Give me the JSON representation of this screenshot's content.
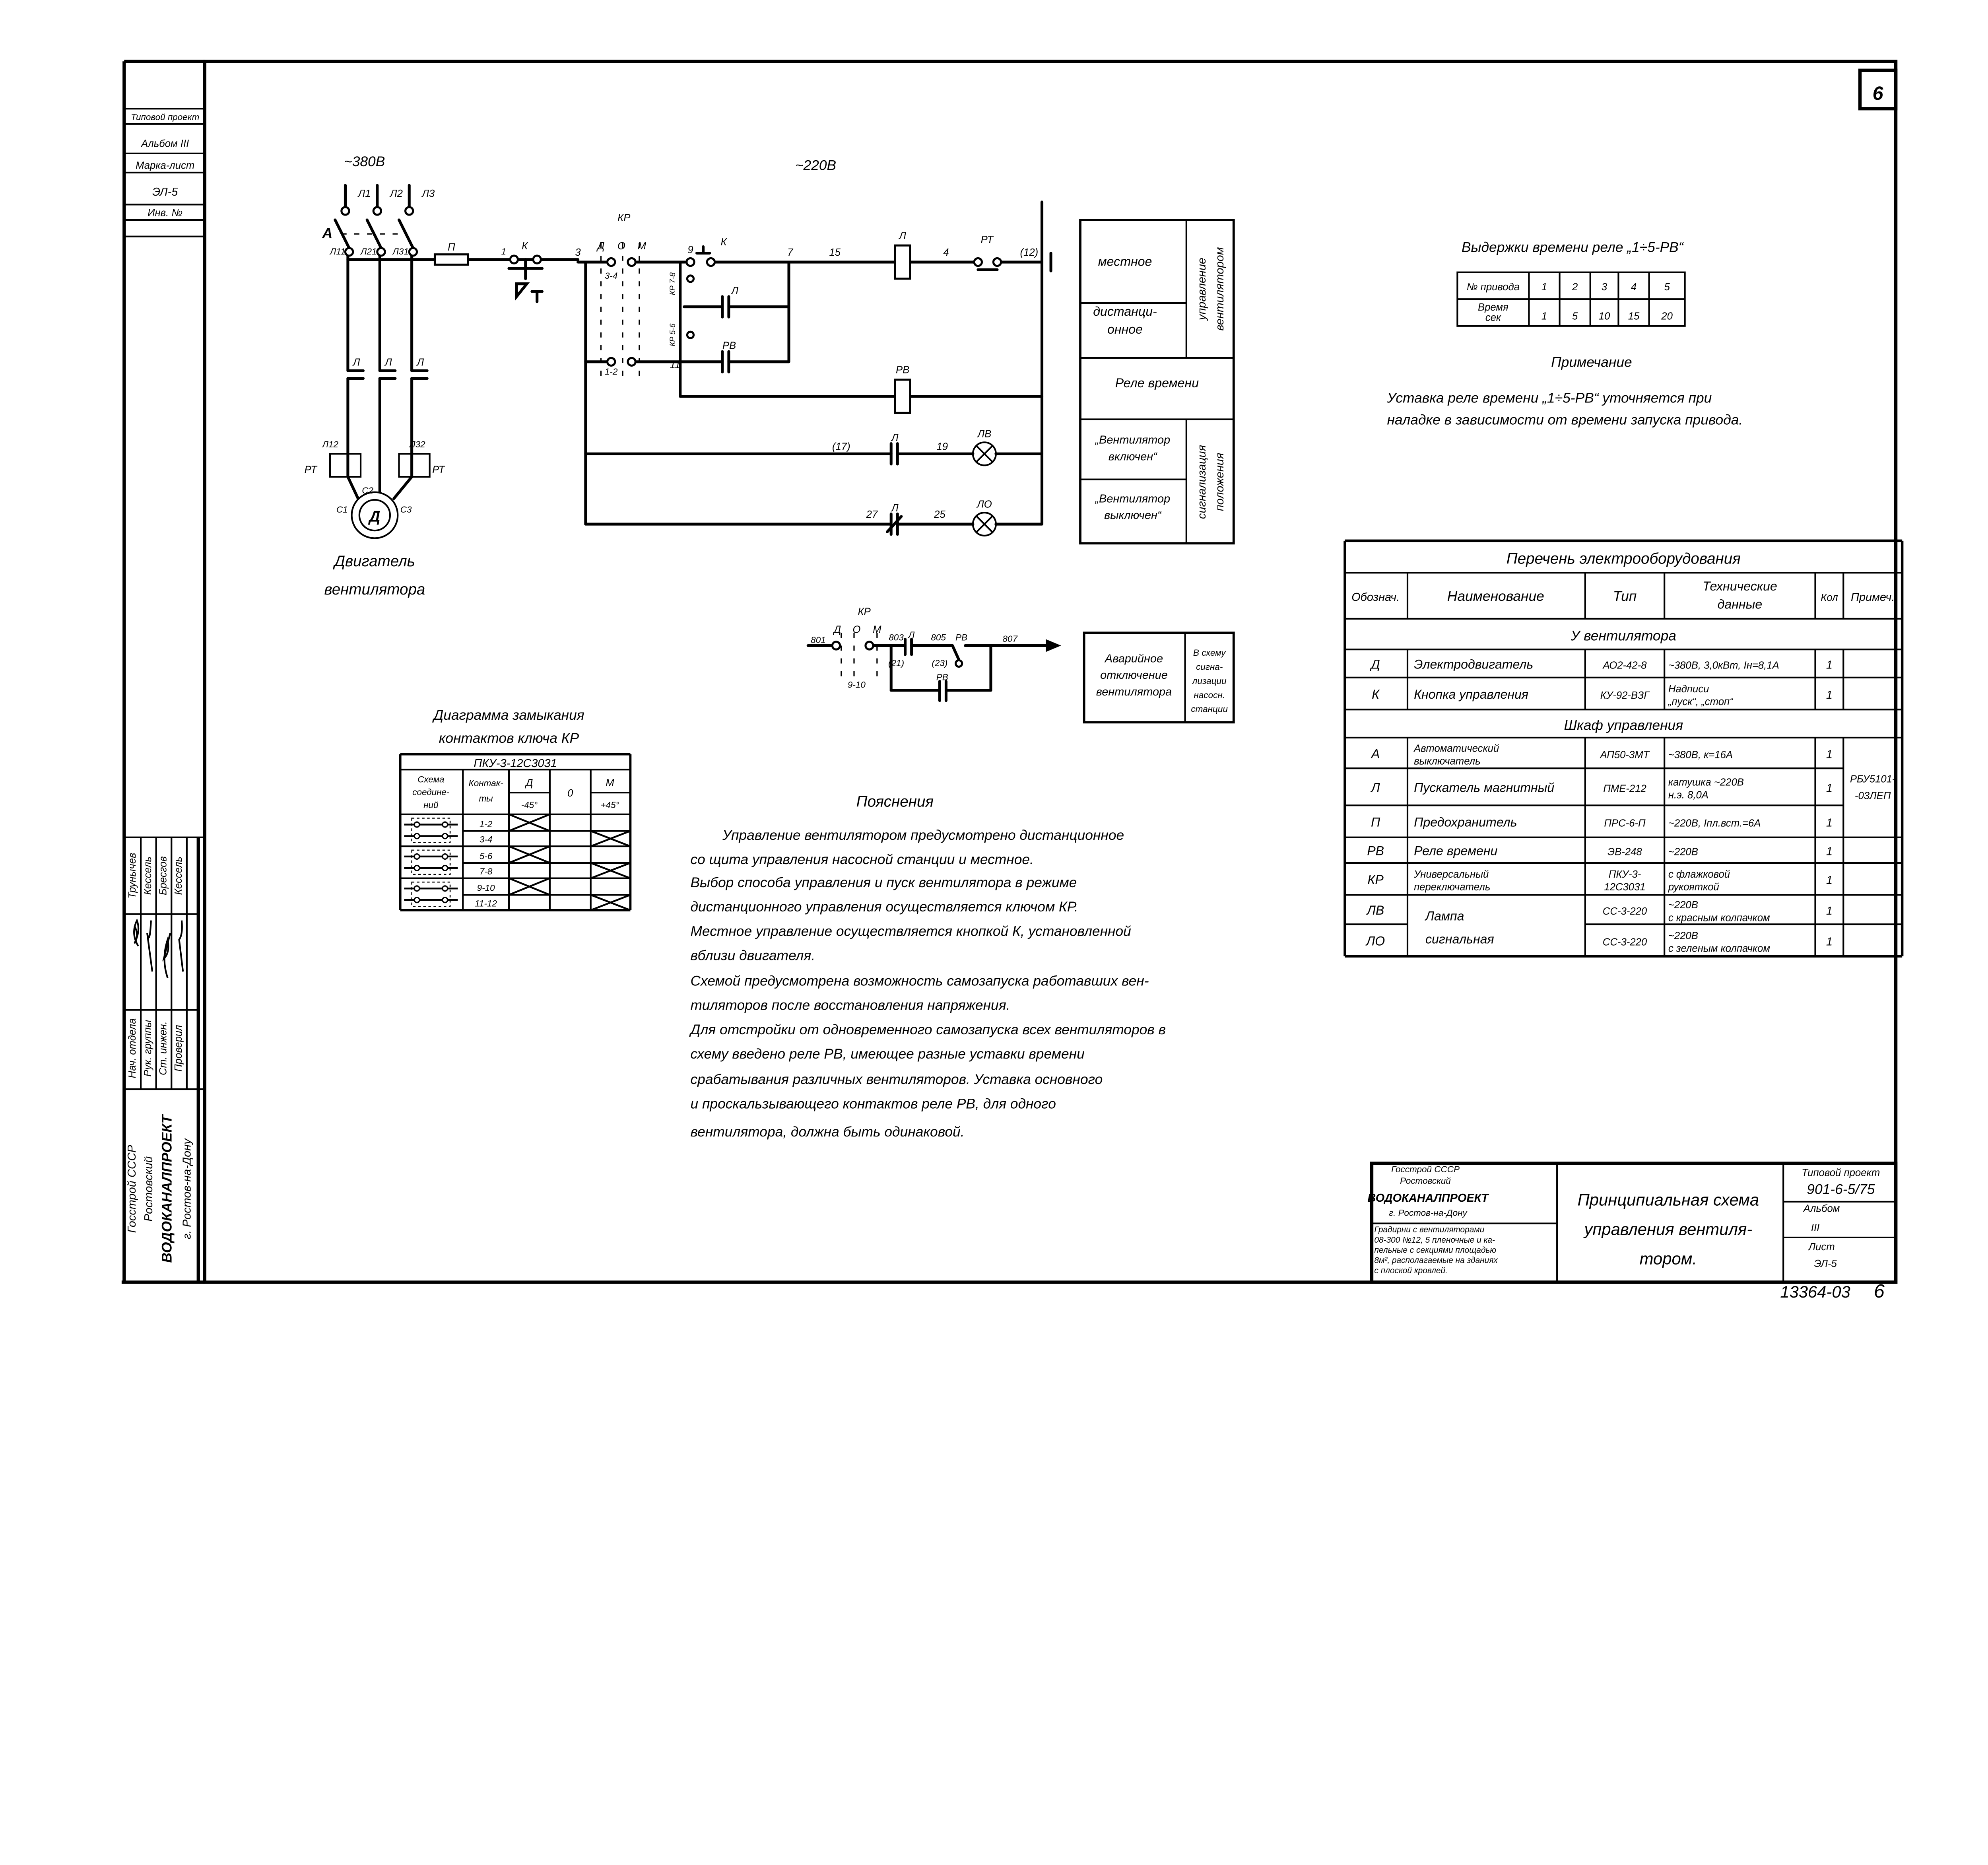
{
  "sheet_number": "6",
  "left_strip": {
    "typical_project": "Типовой проект",
    "album": "Альбом III",
    "mark_sheet_label": "Марка-лист",
    "mark_sheet": "ЭЛ-5",
    "inv_label": "Инв. №"
  },
  "approvals": [
    {
      "role": "Нач. отдела",
      "name": "Трунычев"
    },
    {
      "role": "Рук. группы",
      "name": "Кессель"
    },
    {
      "role": "Ст. инжен.",
      "name": "Бресгов"
    },
    {
      "role": "Проверил",
      "name": "Кессель"
    }
  ],
  "org_vertical": [
    "Госстрой СССР",
    "Ростовский",
    "ВОДОКАНАЛПРОЕКТ",
    "г. Ростов-на-Дону"
  ],
  "power": {
    "voltage": "~380В",
    "phases": [
      "Л1",
      "Л2",
      "Л3"
    ],
    "breaker": "А",
    "bus": [
      "Л11",
      "Л21",
      "Л31"
    ],
    "fuse": "П",
    "wire": "1",
    "button": "К",
    "contactor": "Л",
    "lower": [
      "Л12",
      "Л32"
    ],
    "thermal": "РТ",
    "terminals": [
      "С1",
      "С2",
      "С3"
    ],
    "motor": "Д",
    "motor_caption": [
      "Двигатель",
      "вентилятора"
    ]
  },
  "control": {
    "voltage": "~220В",
    "switch": "КР",
    "positions": [
      "Д",
      "О",
      "М"
    ],
    "wires": {
      "w3": "3",
      "w9": "9",
      "w7": "7",
      "w15": "15",
      "w4": "4",
      "w12": "(12)",
      "w11": "11",
      "w17": "(17)",
      "w19": "19",
      "w27": "27",
      "w25": "25"
    },
    "contacts_34": "3-4",
    "contacts_12": "1-2",
    "kr_78": "КР 7-8",
    "kr_56": "КР 5-6",
    "button": "К",
    "coil_l": "Л",
    "thermal": "РТ",
    "contact_l": "Л",
    "contact_rv": "РВ",
    "coil_rv": "РВ",
    "lamp_on": "ЛВ",
    "lamp_off": "ЛО"
  },
  "legend": {
    "local": "местное",
    "remote": [
      "дистанци-",
      "онное"
    ],
    "relay": "Реле времени",
    "fan_on": [
      "„Вентилятор",
      "включен“"
    ],
    "fan_off": [
      "„Вентилятор",
      "выключен“"
    ],
    "group_control": [
      "управление",
      "вентилятором"
    ],
    "group_signal": [
      "сигнализация",
      "положения"
    ]
  },
  "emergency": {
    "switch": "КР",
    "positions": [
      "Д",
      "О",
      "М"
    ],
    "wires": [
      "801",
      "803",
      "805",
      "807",
      "(21)",
      "(23)"
    ],
    "contacts": "9-10",
    "contact_l": "Л",
    "contact_rv": "РВ",
    "contact_rv2": "РВ",
    "box_left": [
      "Аварийное",
      "отключение",
      "вентилятора"
    ],
    "box_right": [
      "В схему",
      "сигна-",
      "лизации",
      "насосн.",
      "станции"
    ]
  },
  "time_delays": {
    "title": "Выдержки времени реле „1÷5-РВ“",
    "row_label_drive": "№ привода",
    "row_label_time": [
      "Время",
      "сек"
    ],
    "drives": [
      "1",
      "2",
      "3",
      "4",
      "5"
    ],
    "times": [
      "1",
      "5",
      "10",
      "15",
      "20"
    ]
  },
  "note": {
    "title": "Примечание",
    "lines": [
      "Уставка реле времени „1÷5-РВ“ уточняется при",
      "наладке в зависимости от времени запуска привода."
    ]
  },
  "equipment": {
    "title": "Перечень электрооборудования",
    "headers": {
      "designation": "Обознач.",
      "name": "Наименование",
      "type": "Тип",
      "specs": [
        "Технические",
        "данные"
      ],
      "qty": "Кол",
      "note": "Примеч."
    },
    "section_fan": "У вентилятора",
    "section_cabinet": "Шкаф управления",
    "rows": [
      {
        "designation": "Д",
        "name": [
          "Электродвигатель"
        ],
        "type": [
          "АО2-42-8"
        ],
        "specs": [
          "~380В, 3,0кВт, Iн=8,1А"
        ],
        "qty": "1"
      },
      {
        "designation": "К",
        "name": [
          "Кнопка управления"
        ],
        "type": [
          "КУ-92-ВЗГ"
        ],
        "specs": [
          "Надписи",
          "„пуск“, „стоп“"
        ],
        "qty": "1"
      },
      {
        "designation": "А",
        "name": [
          "Автоматический",
          "выключатель"
        ],
        "type": [
          "АП50-3МТ"
        ],
        "specs": [
          "~380В, к=16А"
        ],
        "qty": "1"
      },
      {
        "designation": "Л",
        "name": [
          "Пускатель магнитный"
        ],
        "type": [
          "ПМЕ-212"
        ],
        "specs": [
          "катушка ~220В",
          "н.э. 8,0А"
        ],
        "qty": "1"
      },
      {
        "designation": "П",
        "name": [
          "Предохранитель"
        ],
        "type": [
          "ПРС-6-П"
        ],
        "specs": [
          "~220В, Iпл.вст.=6А"
        ],
        "qty": "1"
      },
      {
        "designation": "РВ",
        "name": [
          "Реле времени"
        ],
        "type": [
          "ЭВ-248"
        ],
        "specs": [
          "~220В"
        ],
        "qty": "1"
      },
      {
        "designation": "КР",
        "name": [
          "Универсальный",
          "переключатель"
        ],
        "type": [
          "ПКУ-3-",
          "12С3031"
        ],
        "specs": [
          "с флажковой",
          "рукояткой"
        ],
        "qty": "1"
      },
      {
        "designation": "ЛВ",
        "name": [
          "Лампа",
          "сигнальная"
        ],
        "type": [
          "СС-3-220"
        ],
        "specs": [
          "~220В",
          "с красным колпачком"
        ],
        "qty": "1"
      },
      {
        "designation": "ЛО",
        "name": [],
        "type": [
          "СС-3-220"
        ],
        "specs": [
          "~220В",
          "с зеленым колпачком"
        ],
        "qty": "1"
      }
    ],
    "cabinet_note": [
      "РБУ5101-",
      "-03ЛЕП"
    ]
  },
  "contact_diagram": {
    "title": [
      "Диаграмма замыкания",
      "контактов ключа КР"
    ],
    "model": "ПКУ-3-12С3031",
    "headers": {
      "scheme": [
        "Схема",
        "соедине-",
        "ний"
      ],
      "contacts": [
        "Контак-",
        "ты"
      ],
      "pos_d": "Д",
      "pos_d_angle": "-45°",
      "pos_o": "0",
      "pos_m": "М",
      "pos_m_angle": "+45°"
    },
    "rows": [
      {
        "contacts": "1-2",
        "closed": "Д"
      },
      {
        "contacts": "3-4",
        "closed": "М"
      },
      {
        "contacts": "5-6",
        "closed": "Д"
      },
      {
        "contacts": "7-8",
        "closed": "М"
      },
      {
        "contacts": "9-10",
        "closed": "Д"
      },
      {
        "contacts": "11-12",
        "closed": "М"
      }
    ]
  },
  "explanations": {
    "title": "Пояснения",
    "lines": [
      "Управление вентилятором предусмотрено дистанционное",
      "со щита управления насосной станции и местное.",
      "Выбор способа управления и пуск вентилятора в режиме",
      "дистанционного управления осуществляется ключом КР.",
      "Местное управление осуществляется кнопкой К, установленной",
      "вблизи двигателя.",
      "Схемой предусмотрена возможность самозапуска работавших вен-",
      "тиляторов после восстановления напряжения.",
      "Для отстройки от одновременного самозапуска всех вентиляторов в",
      "схему введено реле РВ, имеющее разные уставки времени",
      "срабатывания различных вентиляторов. Уставка основного",
      "и проскальзывающего контактов реле РВ, для одного",
      "вентилятора, должна быть одинаковой."
    ]
  },
  "title_block": {
    "org": [
      "Госстрой СССР",
      "Ростовский",
      "ВОДОКАНАЛПРОЕКТ",
      "г. Ростов-на-Дону"
    ],
    "object_description": [
      "Градирни с вентиляторами",
      "08-300 №12, 5 пленочные и ка-",
      "пельные с секциями площадью",
      "8м², располагаемые на зданиях",
      "с плоской кровлей."
    ],
    "drawing_title": [
      "Принципиальная схема",
      "управления вентиля-",
      "тором."
    ],
    "typical_project_label": "Типовой проект",
    "typical_project": "901-6-5/75",
    "album_label": "Альбом",
    "album": "III",
    "sheet_label": "Лист",
    "sheet": "ЭЛ-5"
  },
  "archive_number": "13364-03",
  "archive_page": "6"
}
